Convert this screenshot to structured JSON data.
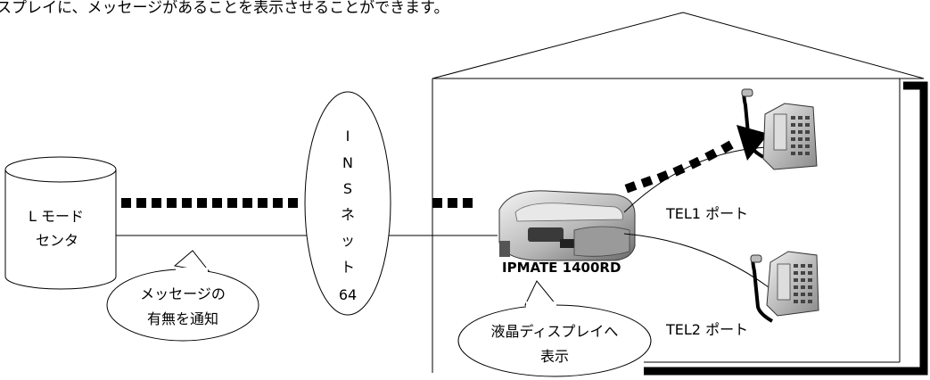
{
  "header_text": "スプレイに、メッセージがあることを表示させることができます。",
  "lmode_center": {
    "line1": "L モード",
    "line2": "センタ"
  },
  "network": {
    "chars": [
      "I",
      "N",
      "S",
      "ネ",
      "ッ",
      "ト"
    ],
    "number": "64"
  },
  "device_label": "IPMATE 1400RD",
  "ports": {
    "tel1": "TEL1 ポート",
    "tel2": "TEL2 ポート"
  },
  "callouts": {
    "notify": {
      "line1": "メッセージの",
      "line2": "有無を通知"
    },
    "display": {
      "line1": "液晶ディスプレイへ",
      "line2": "表示"
    }
  }
}
